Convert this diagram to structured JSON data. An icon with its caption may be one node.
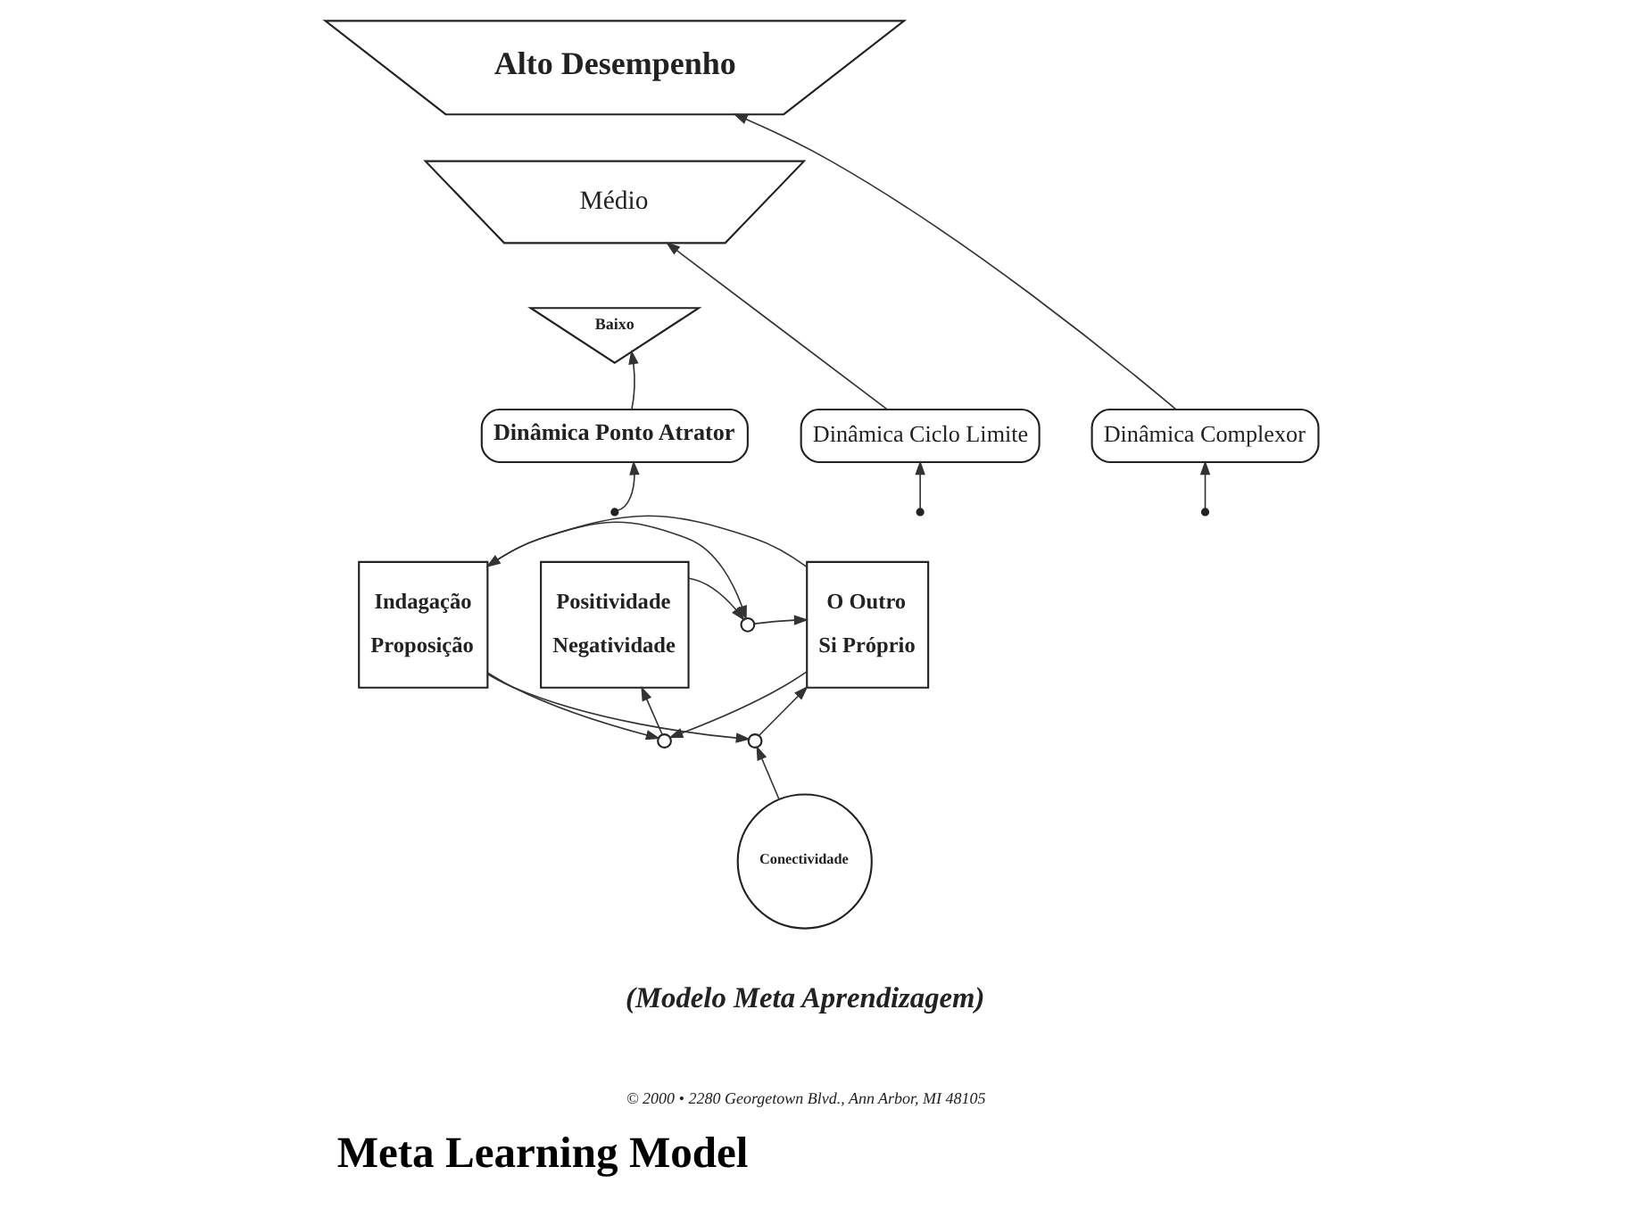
{
  "diagram": {
    "title": "Meta Learning Model",
    "nodes": [
      {
        "text": [
          "Alto Desempenho"
        ]
      },
      {
        "text": [
          "Médio"
        ]
      },
      {
        "text": [
          "Baixo"
        ]
      },
      {
        "text": [
          "Dinâmica Ciclo Limite"
        ]
      },
      {
        "text": [
          "Dinâmica Ponto Atrator"
        ]
      },
      {
        "text": [
          "Dinâmica Complexor"
        ]
      },
      {
        "text": [
          "Indagação",
          "Proposição"
        ]
      },
      {
        "text": [
          "Positividade",
          "Negatividade"
        ]
      },
      {
        "text": [
          "O Outro",
          "Si Próprio"
        ]
      },
      {
        "text": [
          "Conectividade"
        ]
      },
      {
        "text": [],
        "shape": "circle"
      },
      {
        "text": [],
        "shape": "circle"
      },
      {
        "text": [],
        "shape": "circle"
      }
    ],
    "edges": [
      {
        "from": null,
        "to": 3,
        "arrow": "to"
      },
      {
        "from": null,
        "to": 4,
        "arrow": "to"
      },
      {
        "from": null,
        "to": 5,
        "arrow": "to"
      },
      {
        "from": 3,
        "to": 1,
        "arrow": "to"
      },
      {
        "from": 4,
        "to": 2,
        "arrow": "to"
      },
      {
        "from": 5,
        "to": 0,
        "arrow": "to"
      },
      {
        "from": 8,
        "to": 6,
        "arrow": "to"
      },
      {
        "from": 6,
        "to": 11,
        "arrow": "to"
      },
      {
        "from": 7,
        "to": 11,
        "arrow": "to"
      },
      {
        "from": 11,
        "to": 8,
        "arrow": "to"
      },
      {
        "from": 6,
        "to": 10,
        "arrow": "to"
      },
      {
        "from": 8,
        "to": 10,
        "arrow": "to"
      },
      {
        "from": 10,
        "to": 7,
        "arrow": "to"
      },
      {
        "from": 6,
        "to": 12,
        "arrow": "to"
      },
      {
        "from": 9,
        "to": 12,
        "arrow": "to"
      },
      {
        "from": 12,
        "to": 8,
        "arrow": "to"
      }
    ],
    "labels": [
      "(Modelo Meta Aprendizagem)",
      "© 2000 • 2280 Georgetown Blvd., Ann Arbor, MI 48105"
    ]
  }
}
